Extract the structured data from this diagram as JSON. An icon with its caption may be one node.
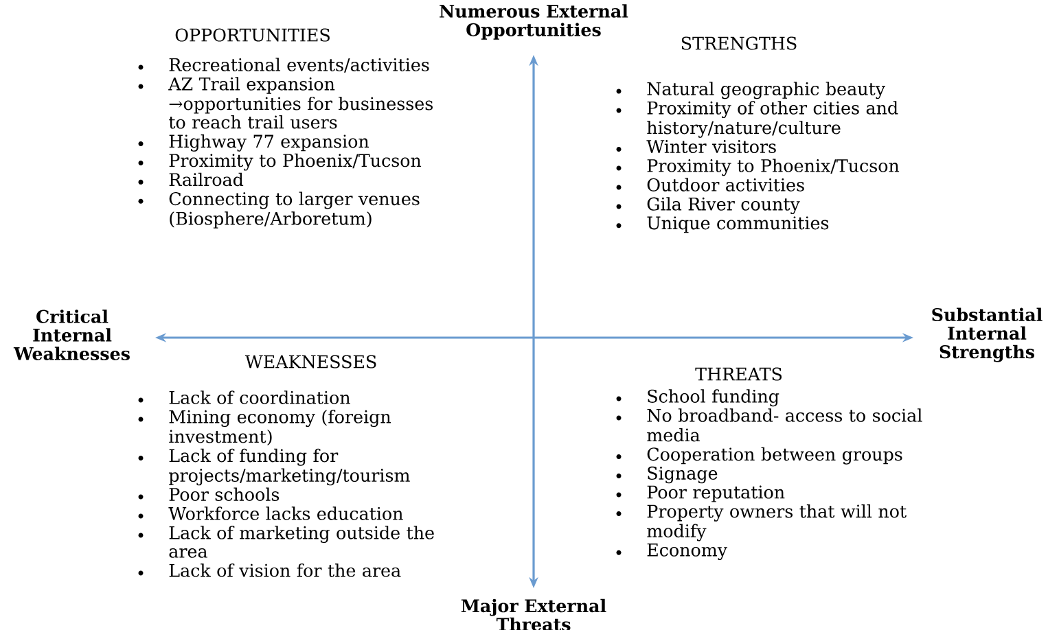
{
  "diagram": {
    "labels": [
      "Numerous External Opportunities",
      "OPPORTUNITIES",
      "Recreational events/activities",
      "AZ Trail expansion →opportunities for businesses to reach trail users",
      "Highway 77 expansion",
      "Proximity to Phoenix/Tucson",
      "Railroad",
      "Connecting to larger venues (Biosphere/Arboretum)",
      "STRENGTHS",
      "Natural geographic beauty",
      "Proximity of other cities and history/nature/culture",
      "Winter visitors",
      "Proximity to Phoenix/Tucson",
      "Outdoor activities",
      "Gila River county",
      "Unique communities",
      "Critical Internal Weaknesses",
      "Substantial Internal Strengths",
      "WEAKNESSES",
      "Lack of coordination",
      "Mining economy (foreign investment)",
      "Lack of funding for projects/marketing/tourism",
      "Poor schools",
      "Workforce lacks education",
      "Lack of marketing outside the area",
      "Lack of vision for the area",
      "THREATS",
      "School funding",
      "No broadband- access to social media",
      "Cooperation between groups",
      "Signage",
      "Poor reputation",
      "Property owners that will not modify",
      "Economy",
      "Major External Threats"
    ]
  }
}
